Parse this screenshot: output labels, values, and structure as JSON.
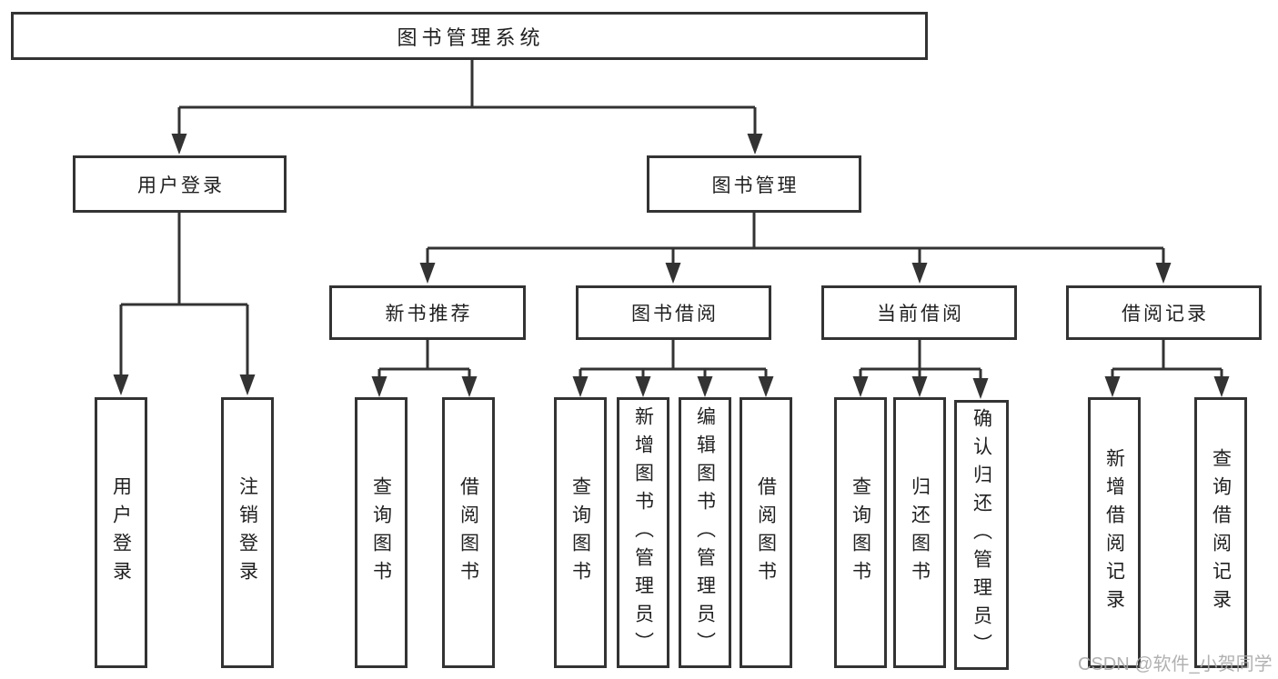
{
  "diagram": {
    "type": "hierarchy-tree",
    "nodes": {
      "root": "图书管理系统",
      "user_login": "用户登录",
      "book_mgmt": "图书管理",
      "new_book": "新书推荐",
      "borrow": "图书借阅",
      "current": "当前借阅",
      "records": "借阅记录",
      "leaf_login": "用户登录",
      "leaf_logout": "注销登录",
      "leaf_nb_query": "查询图书",
      "leaf_nb_borrow": "借阅图书",
      "leaf_bw_query": "查询图书",
      "leaf_bw_add": "新增图书（管理员）",
      "leaf_bw_edit": "编辑图书（管理员）",
      "leaf_bw_borrow": "借阅图书",
      "leaf_cu_query": "查询图书",
      "leaf_cu_return": "归还图书",
      "leaf_cu_confirm": "确认归还（管理员）",
      "leaf_rc_add": "新增借阅记录",
      "leaf_rc_query": "查询借阅记录"
    },
    "hierarchy": {
      "图书管理系统": {
        "用户登录": [
          "用户登录",
          "注销登录"
        ],
        "图书管理": {
          "新书推荐": [
            "查询图书",
            "借阅图书"
          ],
          "图书借阅": [
            "查询图书",
            "新增图书（管理员）",
            "编辑图书（管理员）",
            "借阅图书"
          ],
          "当前借阅": [
            "查询图书",
            "归还图书",
            "确认归还（管理员）"
          ],
          "借阅记录": [
            "新增借阅记录",
            "查询借阅记录"
          ]
        }
      }
    },
    "colors": {
      "line": "#333333",
      "text": "#1f1f1f",
      "background": "#ffffff",
      "watermark": "#a9a9a9"
    },
    "watermark": "CSDN @软件_小贺同学"
  }
}
